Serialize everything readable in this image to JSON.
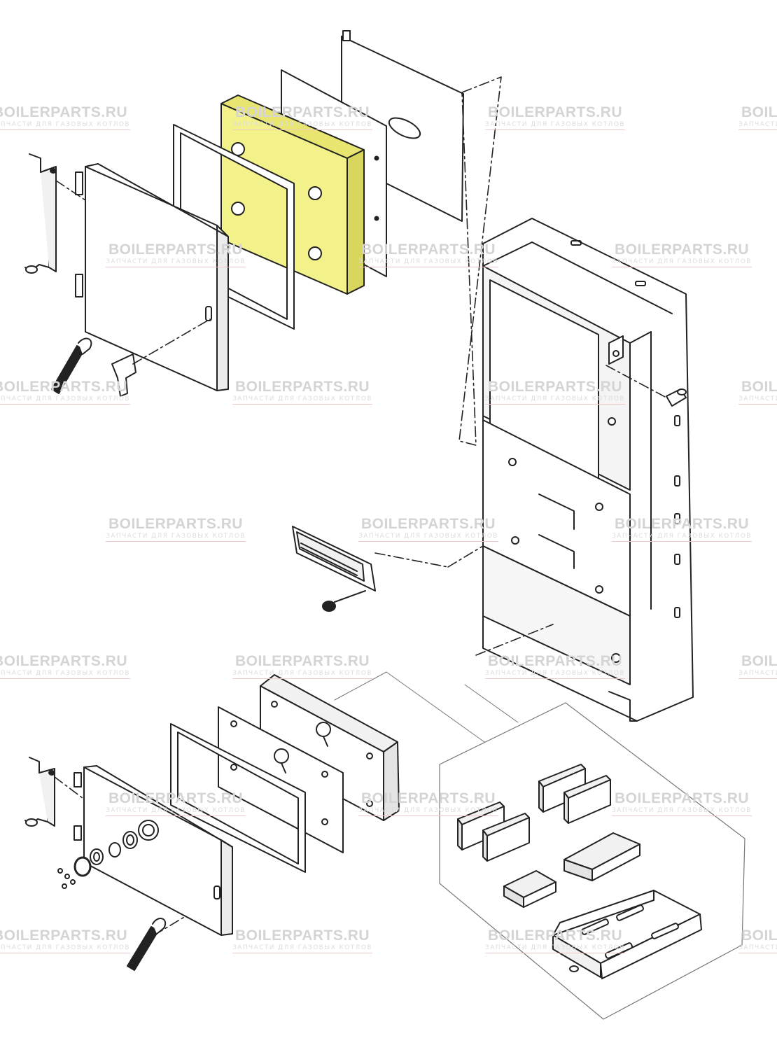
{
  "colors": {
    "line": "#222222",
    "fill": "#ffffff",
    "shade": "#f1f1f1",
    "highlight": "#f3f18a",
    "watermark": "#d4d4d4"
  },
  "watermark": {
    "title": "BOILERPARTS.RU",
    "subtitle": "ЗАПЧАСТИ ДЛЯ ГАЗОВЫХ КОТЛОВ"
  },
  "parts": [
    "wall-bracket-upper",
    "upper-front-cover",
    "upper-gasket",
    "insulation-panel-highlighted",
    "flat-panel",
    "back-cover-with-slot",
    "latch-upper",
    "hook-clip-upper",
    "housing-body",
    "side-pin",
    "middle-bracket",
    "middle-knob",
    "wall-bracket-lower",
    "lower-front-cover",
    "lower-gasket",
    "lower-flat-panel",
    "lower-insulation-block",
    "grommet-set",
    "latch-lower",
    "blocks-inset",
    "tray"
  ]
}
